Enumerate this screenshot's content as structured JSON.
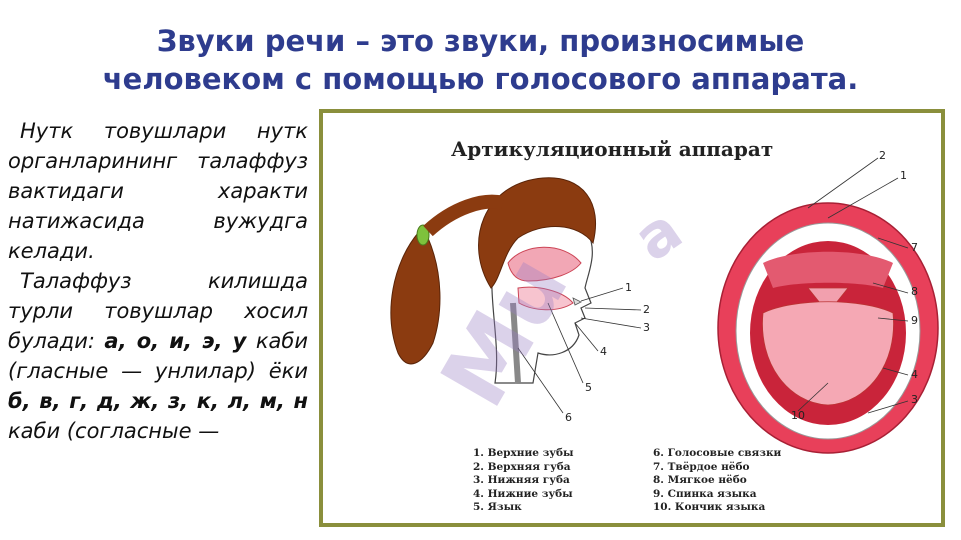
{
  "slide": {
    "title_line1": "Звуки речи – это звуки, произносимые",
    "title_line2": "человеком с помощью голосового аппарата.",
    "text": {
      "p1": "Нутк товушлари нутк органларининг талаффуз вактидаги характи натижасида вужудга келади.",
      "p2_a": "Талаффуз килишда турли товушлар хосил булади:",
      "p2_vowels": "а, о, и, э, у",
      "p2_b": "каби (гласные — унлилар) ёки",
      "p2_consonants": "б, в, г, д, ж, з, к, л, м, н",
      "p2_c": "каби (согласные —"
    }
  },
  "diagram": {
    "title": "Артикуляционный аппарат",
    "left_numbers": [
      "1",
      "2",
      "3",
      "4",
      "5",
      "6"
    ],
    "right_numbers": [
      "2",
      "1",
      "7",
      "8",
      "9",
      "4",
      "3",
      "10"
    ],
    "legend_left": [
      "1. Верхние зубы",
      "2. Верхняя губа",
      "3. Нижняя губа",
      "4. Нижние зубы",
      "5. Язык"
    ],
    "legend_right": [
      "6. Голосовые связки",
      "7. Твёрдое нёбо",
      "8. Мягкое нёбо",
      "9. Спинка языка",
      "10. Кончик языка"
    ]
  },
  "colors": {
    "title": "#2e3c8e",
    "frame": "#8a8f3c",
    "hair": "#8b3b10",
    "lips": "#e8405a",
    "watermark": "#9b7fc4"
  }
}
